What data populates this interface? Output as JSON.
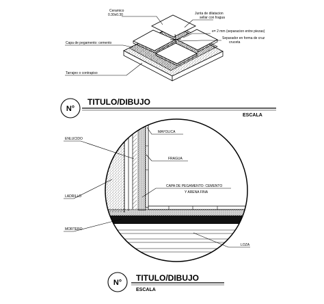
{
  "top_detail": {
    "labels": {
      "ceramico": "Ceramico",
      "ceramico_size": "0.30x0.30",
      "junta": "Junta de dilatacion",
      "junta_2": "sellar con fragua",
      "separacion": "e= 2 mm (separacion entre piezas)",
      "separador": "Separador en forma de cruz",
      "separador_2": "cruceta",
      "capa": "Capa de pegamento: cemento",
      "tarrajeo": "Tarrajeo o contrapiso"
    }
  },
  "title_block_1": {
    "number": "N°",
    "title": "TITULO/DIBUJO",
    "scale": "ESCALA"
  },
  "circle_detail": {
    "labels": {
      "mayolica": "MAYOLICA",
      "enlucido": "ENLUCIDO",
      "fragua": "FRAGUA",
      "capa": "CAPA DE PEGAMENTO: CEMENTO",
      "capa_2": "Y ARENA FINA",
      "ladrillo": "LADRILLO",
      "mortero": "MORTERO",
      "loza": "LOZA"
    }
  },
  "title_block_2": {
    "number": "N°",
    "title": "TITULO/DIBUJO",
    "scale": "ESCALA"
  }
}
